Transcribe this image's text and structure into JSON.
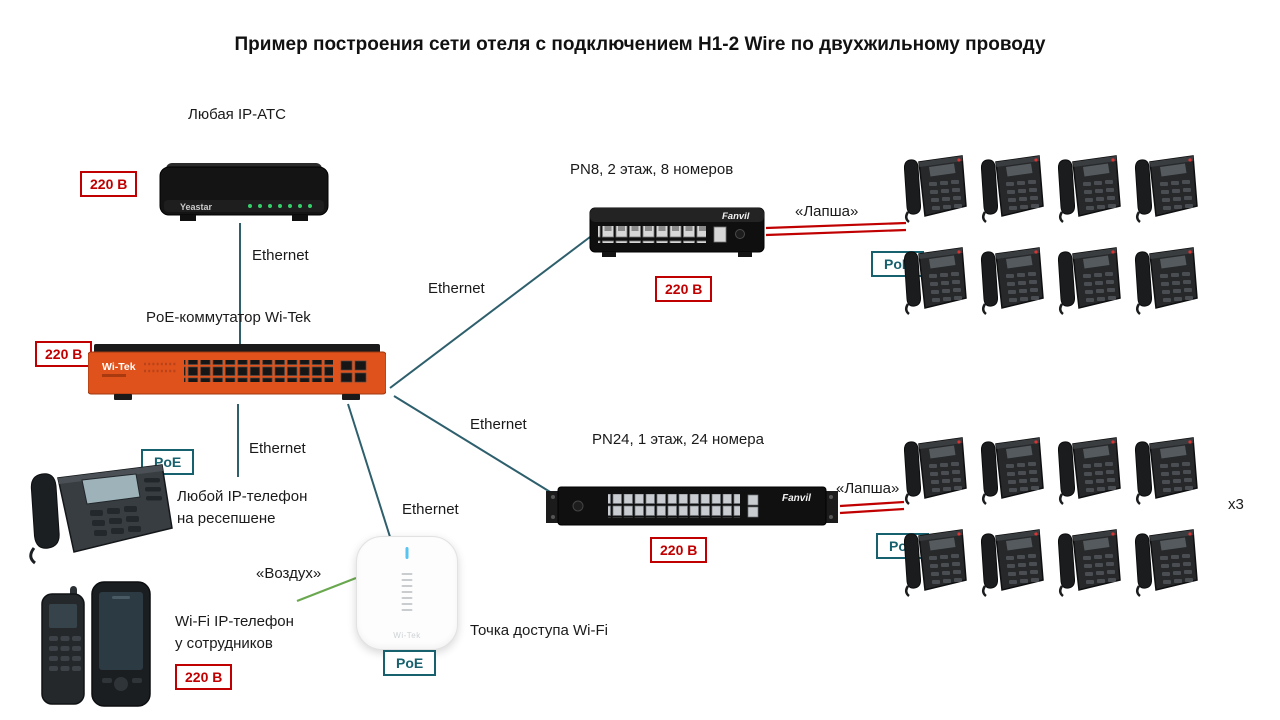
{
  "title": "Пример построения сети отеля с подключением H1-2 Wire по двухжильному проводу",
  "devices": {
    "pbx": {
      "label": "Любая IP-АТС",
      "brand": "Yeastar"
    },
    "core_switch": {
      "label": "PoE-коммутатор Wi-Tek",
      "brand": "Wi-Tek"
    },
    "pn8": {
      "label": "PN8, 2 этаж, 8 номеров",
      "brand": "Fanvil"
    },
    "pn24": {
      "label": "PN24, 1 этаж, 24 номера",
      "brand": "Fanvil"
    },
    "reception_phone": {
      "label_line1": "Любой IP-телефон",
      "label_line2": "на ресепшене"
    },
    "wifi_phone": {
      "label_line1": "Wi-Fi IP-телефон",
      "label_line2": "у сотрудников"
    },
    "access_point": {
      "label": "Точка доступа Wi-Fi",
      "brand": "Wi-Tek"
    }
  },
  "badges": {
    "power": "220 В",
    "poe": "PoE"
  },
  "connections": {
    "ethernet": "Ethernet",
    "twisted_pair": "«Лапша»",
    "air": "«Воздух»"
  },
  "annotations": {
    "phones_multiplier": "x3"
  },
  "colors": {
    "power_red": "#c00000",
    "poe_teal": "#17616e",
    "ethernet_line": "#2e5f6d",
    "lapsha_red": "#c00000",
    "air_green": "#6aa84f",
    "switch_orange": "#e0521b"
  }
}
